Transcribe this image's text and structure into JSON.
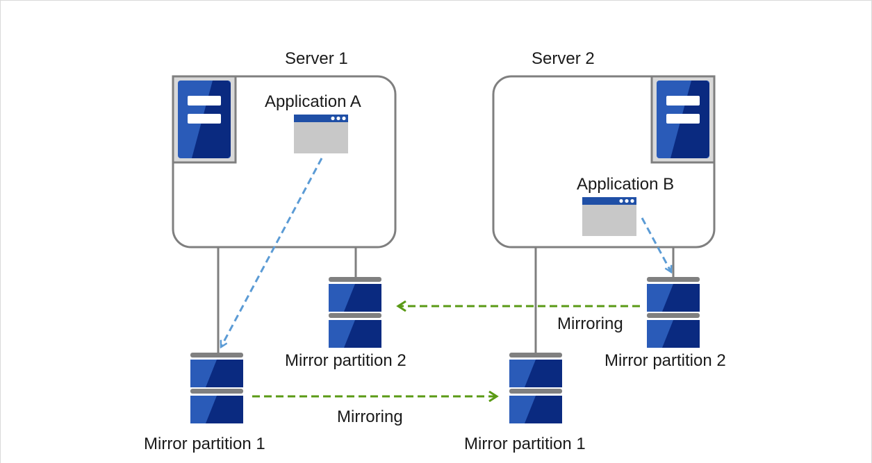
{
  "servers": [
    {
      "label": "Server 1",
      "application": {
        "label": "Application A"
      }
    },
    {
      "label": "Server 2",
      "application": {
        "label": "Application B"
      }
    }
  ],
  "disks": {
    "server1_partition1": {
      "label": "Mirror partition 1"
    },
    "server1_partition2": {
      "label": "Mirror partition 2"
    },
    "server2_partition1": {
      "label": "Mirror partition 1"
    },
    "server2_partition2": {
      "label": "Mirror partition 2"
    }
  },
  "mirroring": [
    {
      "label": "Mirroring"
    },
    {
      "label": "Mirroring"
    }
  ],
  "colors": {
    "box_stroke": "#7f7f7f",
    "server_blue": "#2a5bb8",
    "server_dark": "#0a2a80",
    "panel_gray": "#d9d9d9",
    "window_gray": "#c8c8c8",
    "window_titlebar": "#1f4fa6",
    "access_arrow": "#5b9bd5",
    "mirror_arrow": "#5a9a15",
    "disk_cap": "#808080"
  }
}
